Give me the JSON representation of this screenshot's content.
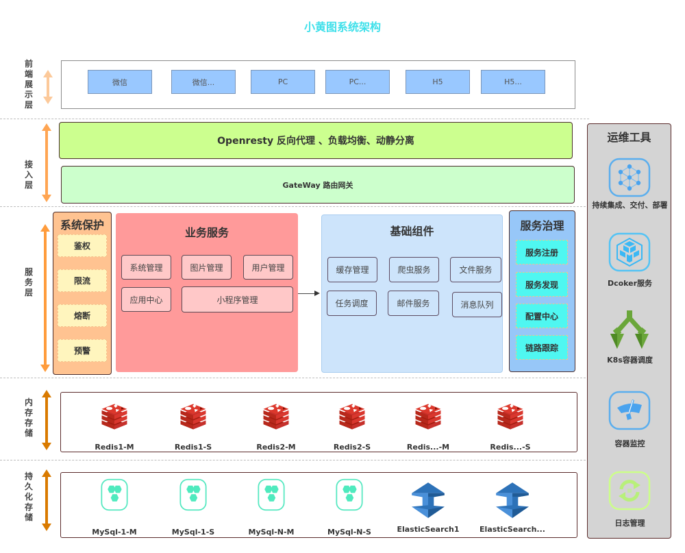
{
  "title": "小黄图系统架构",
  "colors": {
    "title": "#3fe0ea",
    "client_box": "#99c8ff",
    "openresty": "#ccff8f",
    "gateway": "#ccffcc",
    "protection": "#ffc391",
    "business": "#ff9a9a",
    "base_components": "#cde4fb",
    "governance": "#97c7f8",
    "governance_item": "#4ff7f1",
    "ops_panel": "#d4d4d4",
    "arrow_light": "#fcc99a",
    "arrow_orange": "#ff9c3c",
    "arrow_dark": "#d97a00"
  },
  "layers": {
    "frontend": {
      "label": "前端展示层",
      "clients": [
        "微信",
        "微信...",
        "PC",
        "PC...",
        "H5",
        "H5..."
      ]
    },
    "access": {
      "label": "接入层",
      "openresty": "Openresty 反向代理 、负载均衡、动静分离",
      "gateway": "GateWay 路由网关"
    },
    "service": {
      "label": "服务层",
      "protection": {
        "title": "系统保护",
        "items": [
          "鉴权",
          "限流",
          "熔断",
          "预警"
        ]
      },
      "business": {
        "title": "业务服务",
        "items": [
          "系统管理",
          "图片管理",
          "用户管理",
          "应用中心",
          "小程序管理"
        ]
      },
      "base": {
        "title": "基础组件",
        "items": [
          "缓存管理",
          "爬虫服务",
          "文件服务",
          "任务调度",
          "邮件服务",
          "消息队列"
        ]
      },
      "governance": {
        "title": "服务治理",
        "items": [
          "服务注册",
          "服务发现",
          "配置中心",
          "链路跟踪"
        ]
      }
    },
    "memory": {
      "label": "内存存储",
      "nodes": [
        "Redis1-M",
        "Redis1-S",
        "Redis2-M",
        "Redis2-S",
        "Redis...-M",
        "Redis...-S"
      ]
    },
    "persistent": {
      "label": "持久化存储",
      "mysql_nodes": [
        "MySql-1-M",
        "MySql-1-S",
        "MySql-N-M",
        "MySql-N-S"
      ],
      "es_nodes": [
        "ElasticSearch1",
        "ElasticSearch..."
      ]
    }
  },
  "ops": {
    "title": "运维工具",
    "tools": [
      {
        "label": "持续集成、交付、部署",
        "icon": "network-cube-icon"
      },
      {
        "label": "Dcoker服务",
        "icon": "docker-cube-icon"
      },
      {
        "label": "K8s容器调度",
        "icon": "split-arrows-icon"
      },
      {
        "label": "容器监控",
        "icon": "gauge-icon"
      },
      {
        "label": "日志管理",
        "icon": "refresh-cycle-icon"
      }
    ]
  }
}
